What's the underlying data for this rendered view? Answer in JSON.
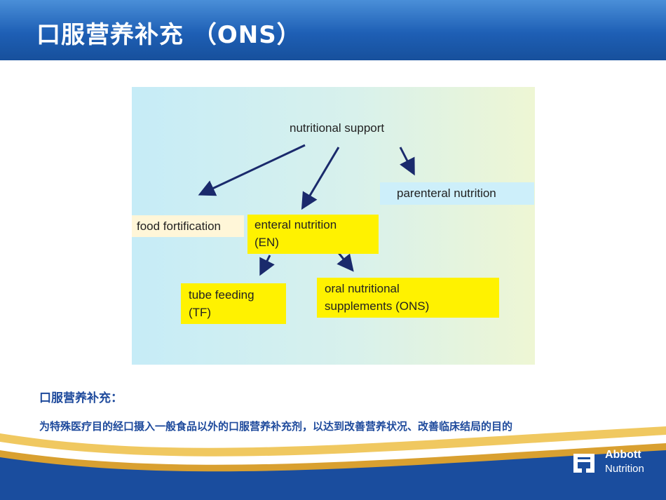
{
  "header": {
    "title": "口服营养补充 （ONS）"
  },
  "diagram": {
    "root": "nutritional support",
    "parenteral": "parenteral nutrition",
    "food_fortification": "food fortification",
    "enteral": {
      "line1": "enteral nutrition",
      "line2": "(EN)"
    },
    "tube_feeding": {
      "line1": "tube feeding",
      "line2": "(TF)"
    },
    "ons": {
      "line1": "oral nutritional",
      "line2": "supplements (ONS)"
    },
    "colors": {
      "yellow": "#fff200",
      "cream": "#fff6d8",
      "cyan": "#cdeffa",
      "arrow": "#1a2a6c"
    }
  },
  "definition": {
    "title": "口服营养补充：",
    "body": "为特殊医疗目的经口摄入一般食品以外的口服营养补充剂，以达到改善营养状况、改善临床结局的目的"
  },
  "branding": {
    "line1": "Abbott",
    "line2": "Nutrition",
    "colors": {
      "header_blue": "#1e5fb5",
      "footer_gold": "#e8b030"
    }
  }
}
